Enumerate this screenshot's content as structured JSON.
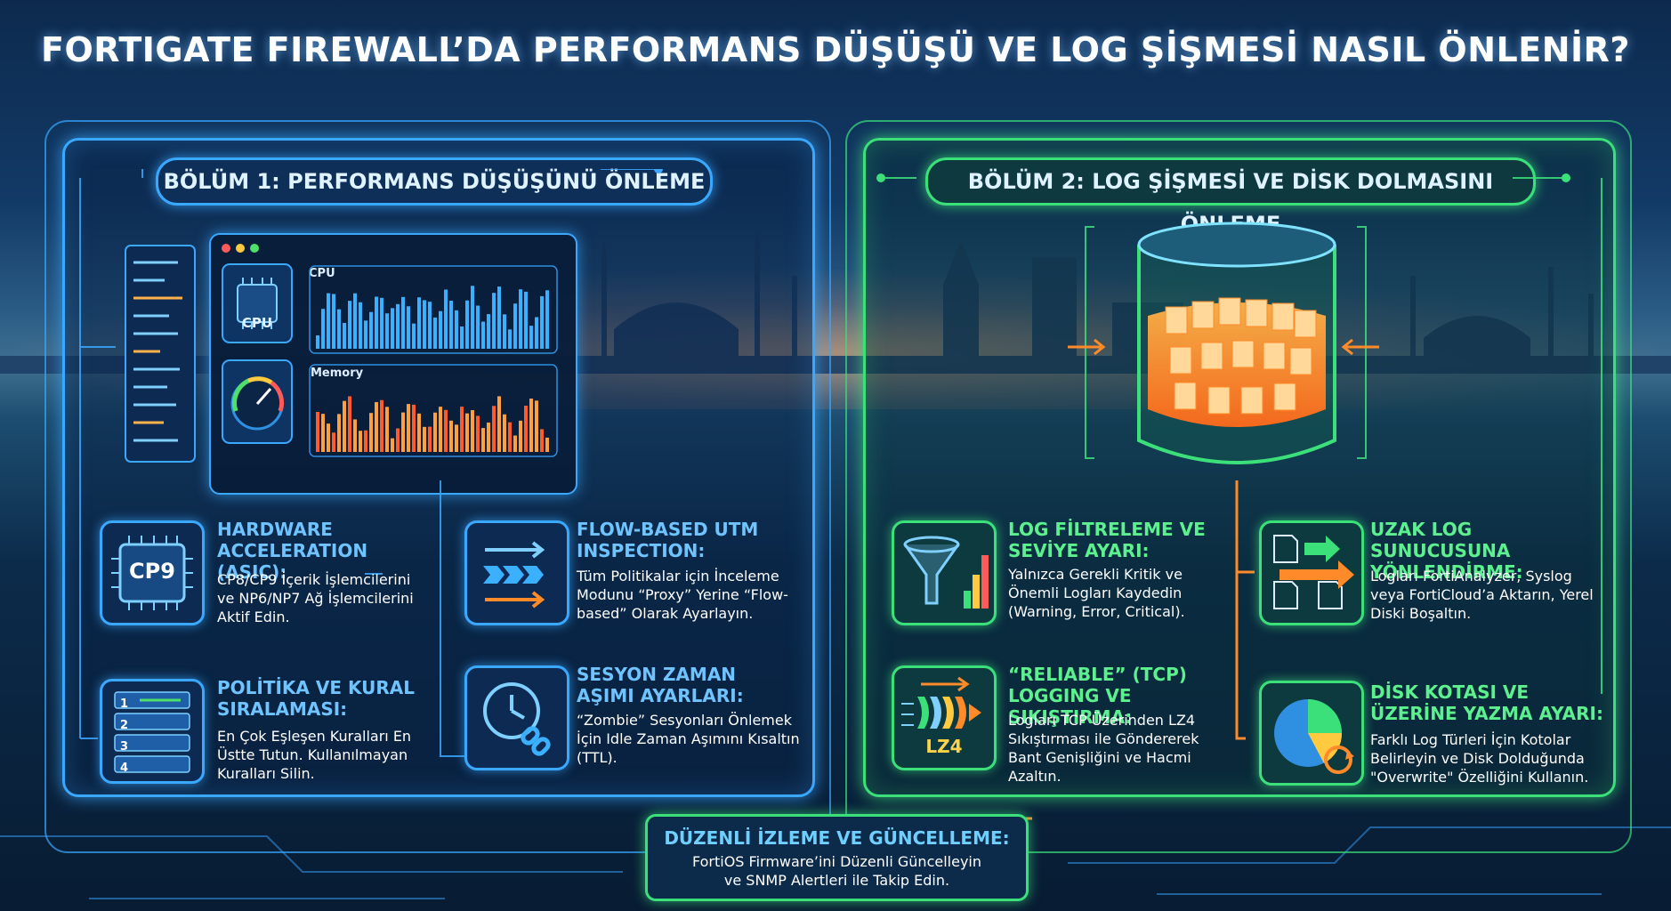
{
  "title": "FORTIGATE FIREWALL’DA PERFORMANS DÜŞÜŞÜ VE LOG ŞİŞMESİ NASIL ÖNLENİR?",
  "section1": {
    "title": "BÖLÜM 1: PERFORMANS DÜŞÜŞÜNÜ ÖNLEME",
    "dashboard": {
      "cpu_chip": "CPU",
      "cpu_label": "CPU",
      "memory_label": "Memory"
    },
    "items": [
      {
        "chip": "CP9",
        "heading": "HARDWARE ACCELERATION (ASIC):",
        "text": "CP8/CP9 İçerik İşlemcilerini ve NP6/NP7 Ağ İşlemcilerini Aktif Edin."
      },
      {
        "heading": "FLOW-BASED UTM INSPECTION:",
        "text": "Tüm Politikalar için İnceleme Modunu “Proxy” Yerine “Flow-based” Olarak Ayarlayın."
      },
      {
        "list": [
          "1",
          "2",
          "3",
          "4"
        ],
        "heading": "POLİTİKA VE KURAL SIRALAMASI:",
        "text": "En Çok Eşleşen Kuralları En Üstte Tutun. Kullanılmayan Kuralları Silin."
      },
      {
        "heading": "SESYON ZAMAN AŞIMI AYARLARI:",
        "text": "“Zombie” Sesyonları Önlemek İçin Idle Zaman Aşımını Kısaltın (TTL)."
      }
    ]
  },
  "section2": {
    "title": "BÖLÜM 2: LOG ŞİŞMESİ VE DİSK DOLMASINI ÖNLEME",
    "items": [
      {
        "heading": "LOG FİLTRELEME VE SEVİYE AYARI:",
        "text": "Yalnızca Gerekli Kritik ve Önemli Logları Kaydedin (Warning, Error, Critical)."
      },
      {
        "heading": "UZAK LOG SUNUCUSUNA YÖNLENDİRME:",
        "text": "Logları FortiAnalyzer, Syslog veya FortiCloud’a Aktarın, Yerel Diski Boşaltın."
      },
      {
        "chip": "LZ4",
        "heading": "“RELIABLE” (TCP) LOGGING VE SIKIŞTIRMA:",
        "text": "Logları TCP Üzerinden LZ4 Sıkıştırması ile Göndererek Bant Genişliğini ve Hacmi Azaltın."
      },
      {
        "heading": "DİSK KOTASI VE ÜZERİNE YAZMA AYARI:",
        "text": "Farklı Log Türleri İçin Kotolar Belirleyin ve Disk Dolduğunda \"Overwrite\" Özelliğini Kullanın."
      }
    ]
  },
  "bottom": {
    "heading": "DÜZENLİ İZLEME VE GÜNCELLEME:",
    "line1": "FortiOS Firmware’ini Düzenli Güncelleyin",
    "line2": "ve SNMP Alertleri ile Takip Edin."
  },
  "colors": {
    "blue_accent": "#3aa8ff",
    "green_accent": "#3be07a",
    "orange_accent": "#ff8a2a"
  }
}
